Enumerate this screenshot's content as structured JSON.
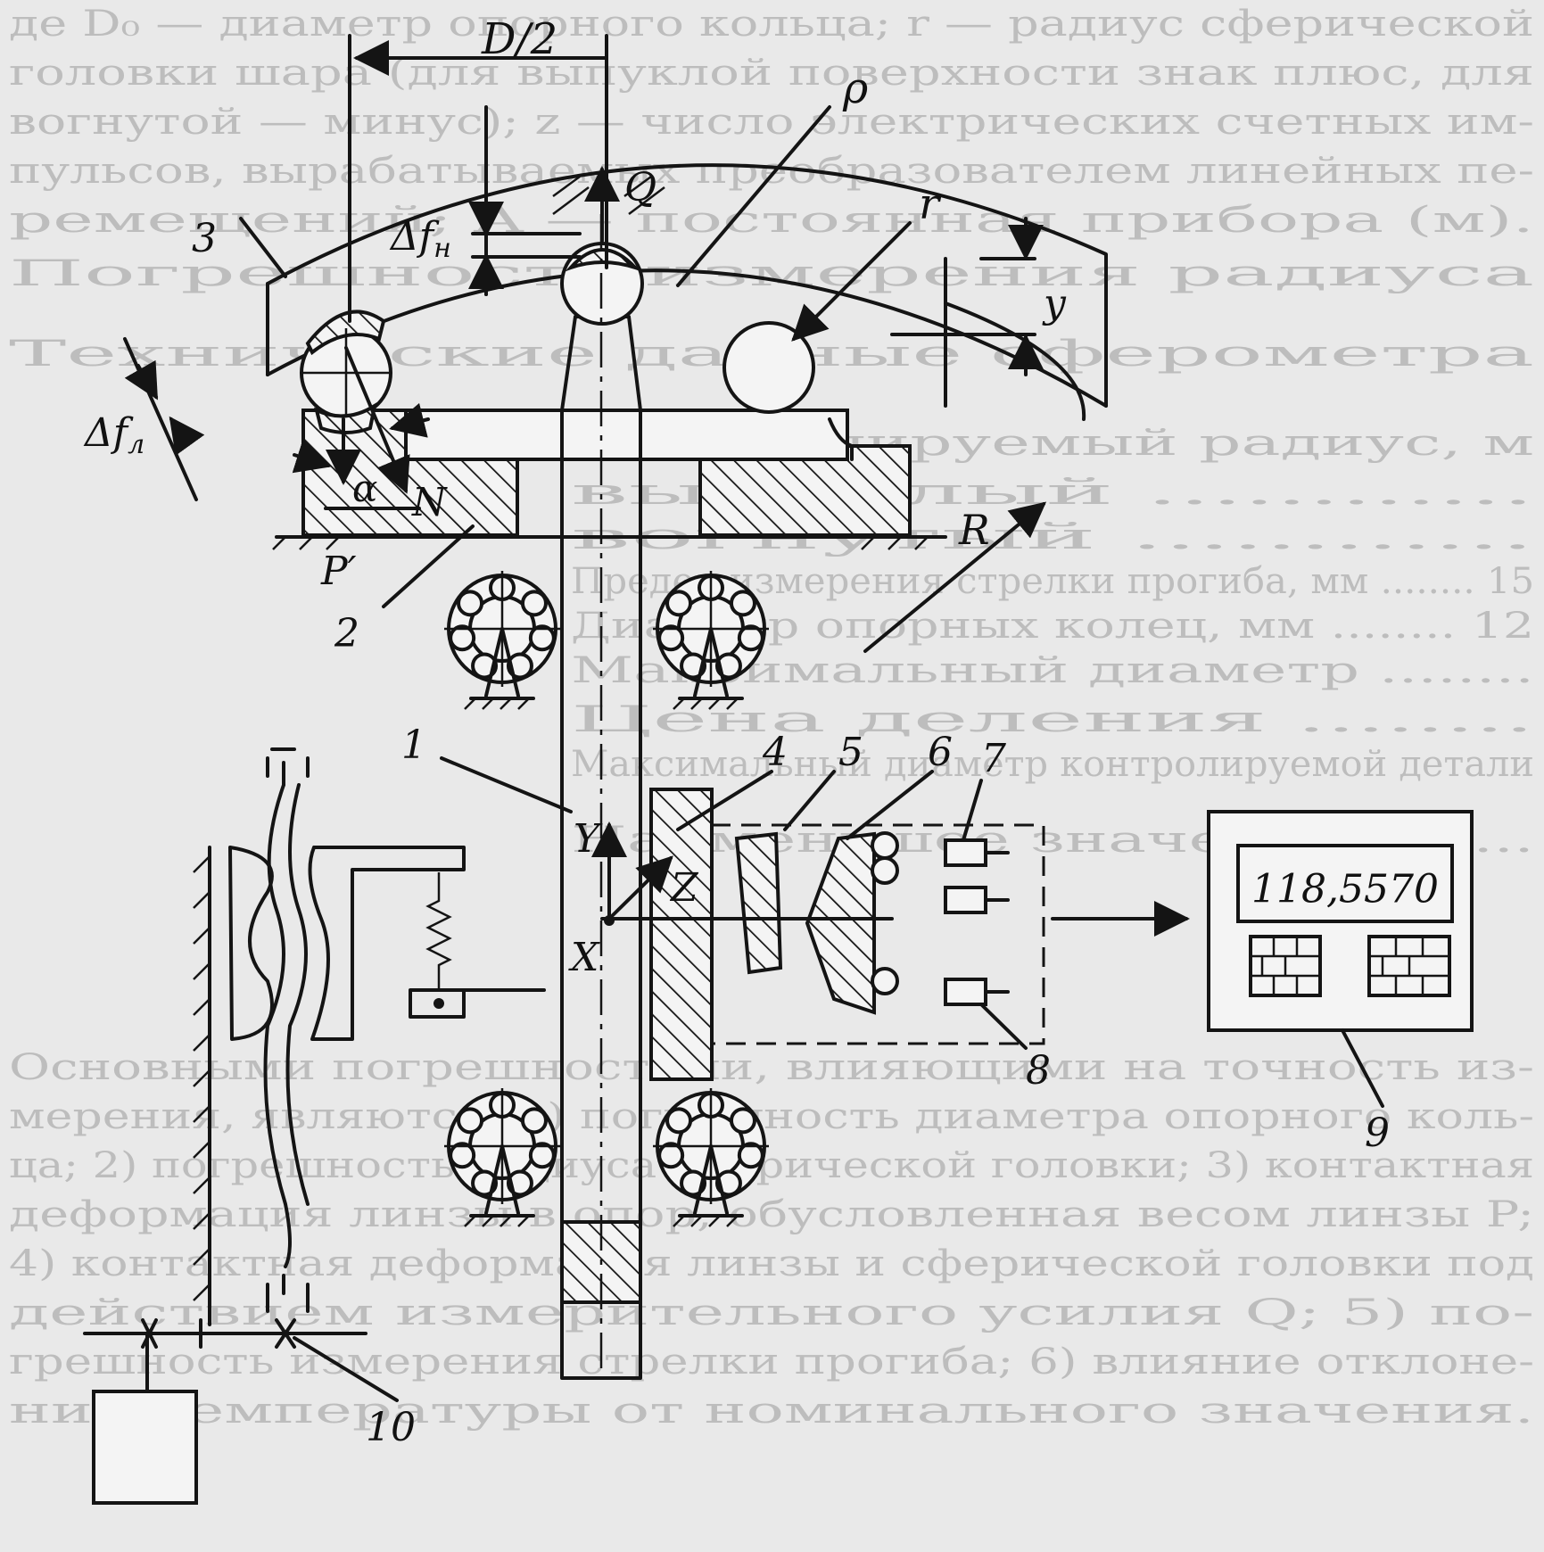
{
  "background_text_lines": [
    "де D₀ — диаметр опорного кольца; r — радиус сферической",
    "головки шара (для выпуклой поверхности знак плюс, для",
    "вогнутой — минус); z — число электрических счетных им-",
    "пульсов, вырабатываемых преобразователем линейных пе-",
    "ремещений; A — постоянная прибора (м).",
    "Погрешность измерения радиуса",
    "Технические данные сферометра",
    "Контролируемый радиус, м",
    "выпуклый ............",
    "вогнутый ............",
    "Предел измерения стрелки прогиба, мм ........ 15",
    "Диаметр опорных колец, мм ........ 12",
    "Максимальный диаметр ........",
    "Цена деления ........",
    "Максимальный диаметр контролируемой детали",
    "Наименьшее значение ........",
    "Основными погрешностями, влияющими на точность из-",
    "мерения, являются: 1) погрешность диаметра опорного коль-",
    "ца; 2) погрешность радиуса сферической головки; 3) контактная",
    "деформация линзы в опор, обусловленная весом линзы P;",
    "4) контактная деформация линзы и сферической головки под",
    "действием измерительного усилия Q; 5) по-",
    "грешность измерения стрелки прогиба; 6) влияние отклоне-",
    "ния температуры от номинального значения."
  ],
  "labels": {
    "d_half": "D/2",
    "rho": "ρ",
    "Q": "Q",
    "df_n": "Δf",
    "df_n_sub": "н",
    "r": "r",
    "y": "y",
    "df_l": "Δf",
    "df_l_sub": "л",
    "alpha": "α",
    "N": "N",
    "P_prime": "P′",
    "R": "R",
    "Y": "Y",
    "Z": "Z",
    "X": "X"
  },
  "callouts": [
    "1",
    "2",
    "3",
    "4",
    "5",
    "6",
    "7",
    "8",
    "9",
    "10"
  ],
  "display_value": "118,5570"
}
